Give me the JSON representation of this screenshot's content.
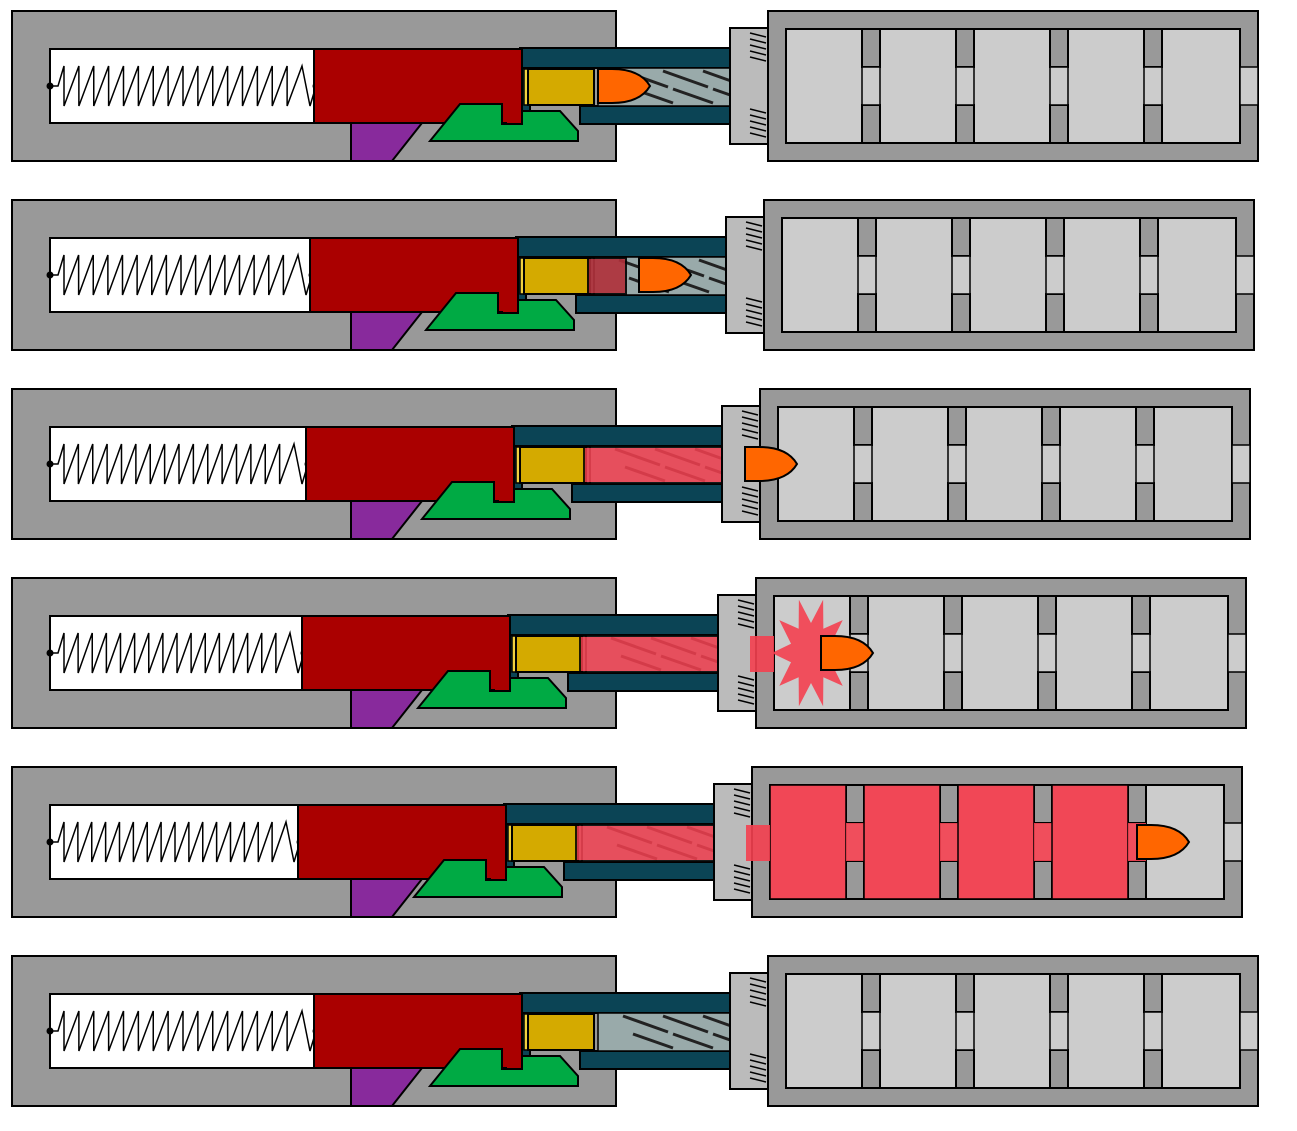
{
  "colors": {
    "outline": "#000000",
    "receiver": "#999999",
    "spring_chamber": "#ffffff",
    "spring": "#000000",
    "bolt": "#aa0000",
    "trigger": "#882a9c",
    "sear": "#00aa44",
    "barrel": "#0b4455",
    "bore": "#99aaaa",
    "rifling": "#222222",
    "case": "#d4aa00",
    "primer": "#f0d040",
    "bullet": "#ff6600",
    "suppressor_body": "#999999",
    "suppressor_chamber": "#cccccc",
    "suppressor_nut": "#bbbbbb",
    "gas": "#f44050",
    "gas_dark": "#b0303a"
  },
  "frames": [
    {
      "stage": "chambered",
      "shift": 0,
      "bullet_pos": 0.0,
      "gas": "none"
    },
    {
      "stage": "ignition",
      "shift": 4,
      "bullet_pos": 0.45,
      "gas": "case"
    },
    {
      "stage": "bore-travel",
      "shift": 8,
      "bullet_pos": 1.55,
      "gas": "bore"
    },
    {
      "stage": "muzzle-exit",
      "shift": 12,
      "bullet_pos": 2.35,
      "gas": "blast"
    },
    {
      "stage": "baffle-transit",
      "shift": 16,
      "bullet_pos": 5.55,
      "gas": "baffles"
    },
    {
      "stage": "reset-empty",
      "shift": 0,
      "bullet_pos": null,
      "gas": "none"
    }
  ]
}
